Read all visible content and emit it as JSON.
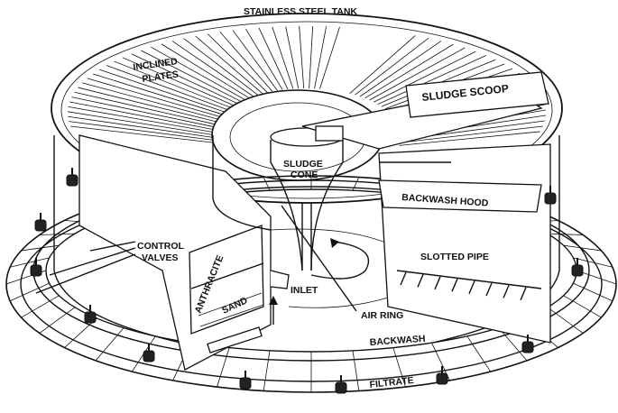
{
  "labels": {
    "tank": "STAINLESS STEEL TANK",
    "inclined_line1": "INCLINED",
    "inclined_line2": "PLATES",
    "sludge_scoop": "SLUDGE SCOOP",
    "sludge_line1": "SLUDGE",
    "sludge_line2": "CONE",
    "backwash_hood": "BACKWASH HOOD",
    "slotted_pipe": "SLOTTED PIPE",
    "control_line1": "CONTROL",
    "control_line2": "VALVES",
    "anthracite": "ANTHRACITE",
    "sand": "SAND",
    "inlet": "INLET",
    "air_ring": "AIR RING",
    "backwash": "BACKWASH",
    "filtrate": "FILTRATE"
  }
}
